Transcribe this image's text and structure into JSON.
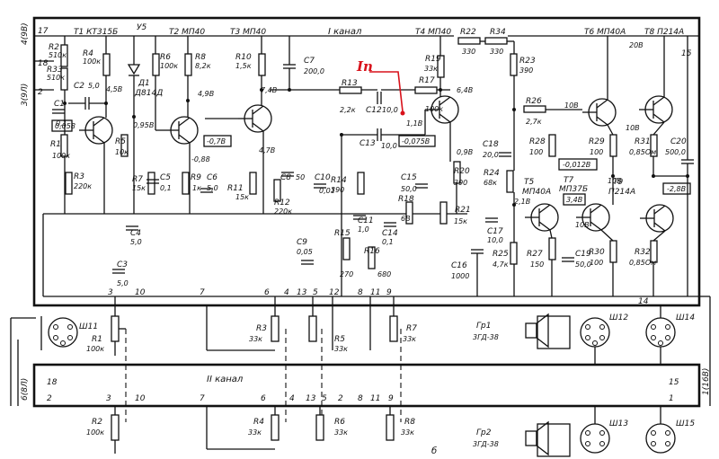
{
  "channel": {
    "main": "I канал",
    "second": "II канал"
  },
  "annotation": {
    "label": "In",
    "color": "#d8121b"
  },
  "letter": "б",
  "edge": {
    "top_left": "4(9В)",
    "left_mid": "3(9Л)",
    "left_low": "6(8Л)",
    "right_low": "1(16В)"
  },
  "transistors": [
    {
      "ref": "T1 КТ315Б"
    },
    {
      "ref": "T2 МП40"
    },
    {
      "ref": "T3 МП40"
    },
    {
      "ref": "T4 МП40"
    },
    {
      "ref": "T6 МП40А"
    },
    {
      "ref": "T8 П214А"
    },
    {
      "ref": "T5",
      "type": "МП40А"
    },
    {
      "ref": "T7",
      "type": "МП37Б"
    },
    {
      "ref": "T9",
      "type": "П214А"
    },
    {
      "ref": "У5"
    }
  ],
  "diode": {
    "ref": "Д1",
    "type": "Д814Д"
  },
  "resistors": [
    {
      "ref": "R2",
      "val": "510к"
    },
    {
      "ref": "R33",
      "val": "510к"
    },
    {
      "ref": "R4",
      "val": "100к"
    },
    {
      "ref": "R6",
      "val": "100к"
    },
    {
      "ref": "R8",
      "val": "8,2к"
    },
    {
      "ref": "R10",
      "val": "1,5к"
    },
    {
      "ref": "R1",
      "val": "100к"
    },
    {
      "ref": "R3",
      "val": "220к"
    },
    {
      "ref": "R5",
      "val": "10к"
    },
    {
      "ref": "R7",
      "val": "15к"
    },
    {
      "ref": "R9",
      "val": "1к"
    },
    {
      "ref": "R11",
      "val": "15к"
    },
    {
      "ref": "R12",
      "val": "220к"
    },
    {
      "ref": "R13",
      "val": "2,2к"
    },
    {
      "ref": "R14",
      "val": "390"
    },
    {
      "ref": "R15",
      "val": "270"
    },
    {
      "ref": "R16",
      "val": "680"
    },
    {
      "ref": "R17",
      "val": "100к"
    },
    {
      "ref": "R18",
      "val": "6В"
    },
    {
      "ref": "R19",
      "val": "33к"
    },
    {
      "ref": "R20",
      "val": "390"
    },
    {
      "ref": "R21",
      "val": "15к"
    },
    {
      "ref": "R22",
      "val": "330"
    },
    {
      "ref": "R34",
      "val": "330"
    },
    {
      "ref": "R23",
      "val": "390"
    },
    {
      "ref": "R24",
      "val": "68к"
    },
    {
      "ref": "R25",
      "val": "4,7к"
    },
    {
      "ref": "R26",
      "val": "2,7к"
    },
    {
      "ref": "R27",
      "val": "150"
    },
    {
      "ref": "R28",
      "val": "100"
    },
    {
      "ref": "R29",
      "val": "100"
    },
    {
      "ref": "R30",
      "val": "100"
    },
    {
      "ref": "R31",
      "val": "0,85Ом"
    },
    {
      "ref": "R32",
      "val": "0,85Ом"
    }
  ],
  "capacitors": [
    {
      "ref": "C1",
      "val": "0,1"
    },
    {
      "ref": "C2",
      "val": "5,0"
    },
    {
      "ref": "C3",
      "val": "5,0"
    },
    {
      "ref": "C4",
      "val": "5,0"
    },
    {
      "ref": "C5",
      "val": "0,1"
    },
    {
      "ref": "C6",
      "val": "5,0"
    },
    {
      "ref": "C7",
      "val": "200,0"
    },
    {
      "ref": "C8",
      "val": "50"
    },
    {
      "ref": "C9",
      "val": "0,05"
    },
    {
      "ref": "C10",
      "val": "0,01"
    },
    {
      "ref": "C11",
      "val": "1,0"
    },
    {
      "ref": "C12",
      "val": "10,0"
    },
    {
      "ref": "C13",
      "val": "10,0"
    },
    {
      "ref": "C14",
      "val": "0,1"
    },
    {
      "ref": "C15",
      "val": "50,0"
    },
    {
      "ref": "C16",
      "val": "1000"
    },
    {
      "ref": "C17",
      "val": "10,0"
    },
    {
      "ref": "C18",
      "val": "20,0"
    },
    {
      "ref": "C19",
      "val": "50,0"
    },
    {
      "ref": "C20",
      "val": "500,0"
    }
  ],
  "voltages": {
    "v45": "4,5В",
    "v49": "4,9В",
    "v74": "7,4В",
    "v64": "6,4В",
    "v20": "20В",
    "v10a": "10В",
    "v10b": "10В",
    "v10c": "10В",
    "v095": "0,95В",
    "v078": "-0,7В",
    "v088": "-0,88",
    "v47": "4,7В",
    "v11": "1,1В",
    "v075": "-0,075В",
    "v09": "0,9В",
    "v21": "2,1В",
    "v0058": "0,058",
    "v0012": "-0,012В",
    "v34": "3,4В",
    "v28": "-2,8В",
    "v10d": "10В"
  },
  "pots": [
    {
      "ref": "R1",
      "val": "100к"
    },
    {
      "ref": "R3",
      "val": "33к"
    },
    {
      "ref": "R5",
      "val": "33к"
    },
    {
      "ref": "R7",
      "val": "33к"
    },
    {
      "ref": "R2",
      "val": "100к"
    },
    {
      "ref": "R4",
      "val": "33к"
    },
    {
      "ref": "R6",
      "val": "33к"
    },
    {
      "ref": "R8",
      "val": "33к"
    }
  ],
  "connectors": [
    {
      "ref": "Ш11"
    },
    {
      "ref": "Ш12"
    },
    {
      "ref": "Ш13"
    },
    {
      "ref": "Ш14"
    },
    {
      "ref": "Ш15"
    }
  ],
  "speakers": [
    {
      "ref": "Гр1",
      "type": "3ГД-38"
    },
    {
      "ref": "Гр2",
      "type": "3ГД-38"
    }
  ],
  "pins_top": [
    "17",
    "18",
    "2",
    "15",
    "3",
    "10",
    "7",
    "6",
    "4",
    "13",
    "5",
    "12",
    "8",
    "11",
    "9",
    "14"
  ],
  "pins_bottom": [
    "18",
    "2",
    "3",
    "10",
    "7",
    "6",
    "4",
    "13",
    "5",
    "2",
    "8",
    "11",
    "9",
    "15",
    "1"
  ]
}
